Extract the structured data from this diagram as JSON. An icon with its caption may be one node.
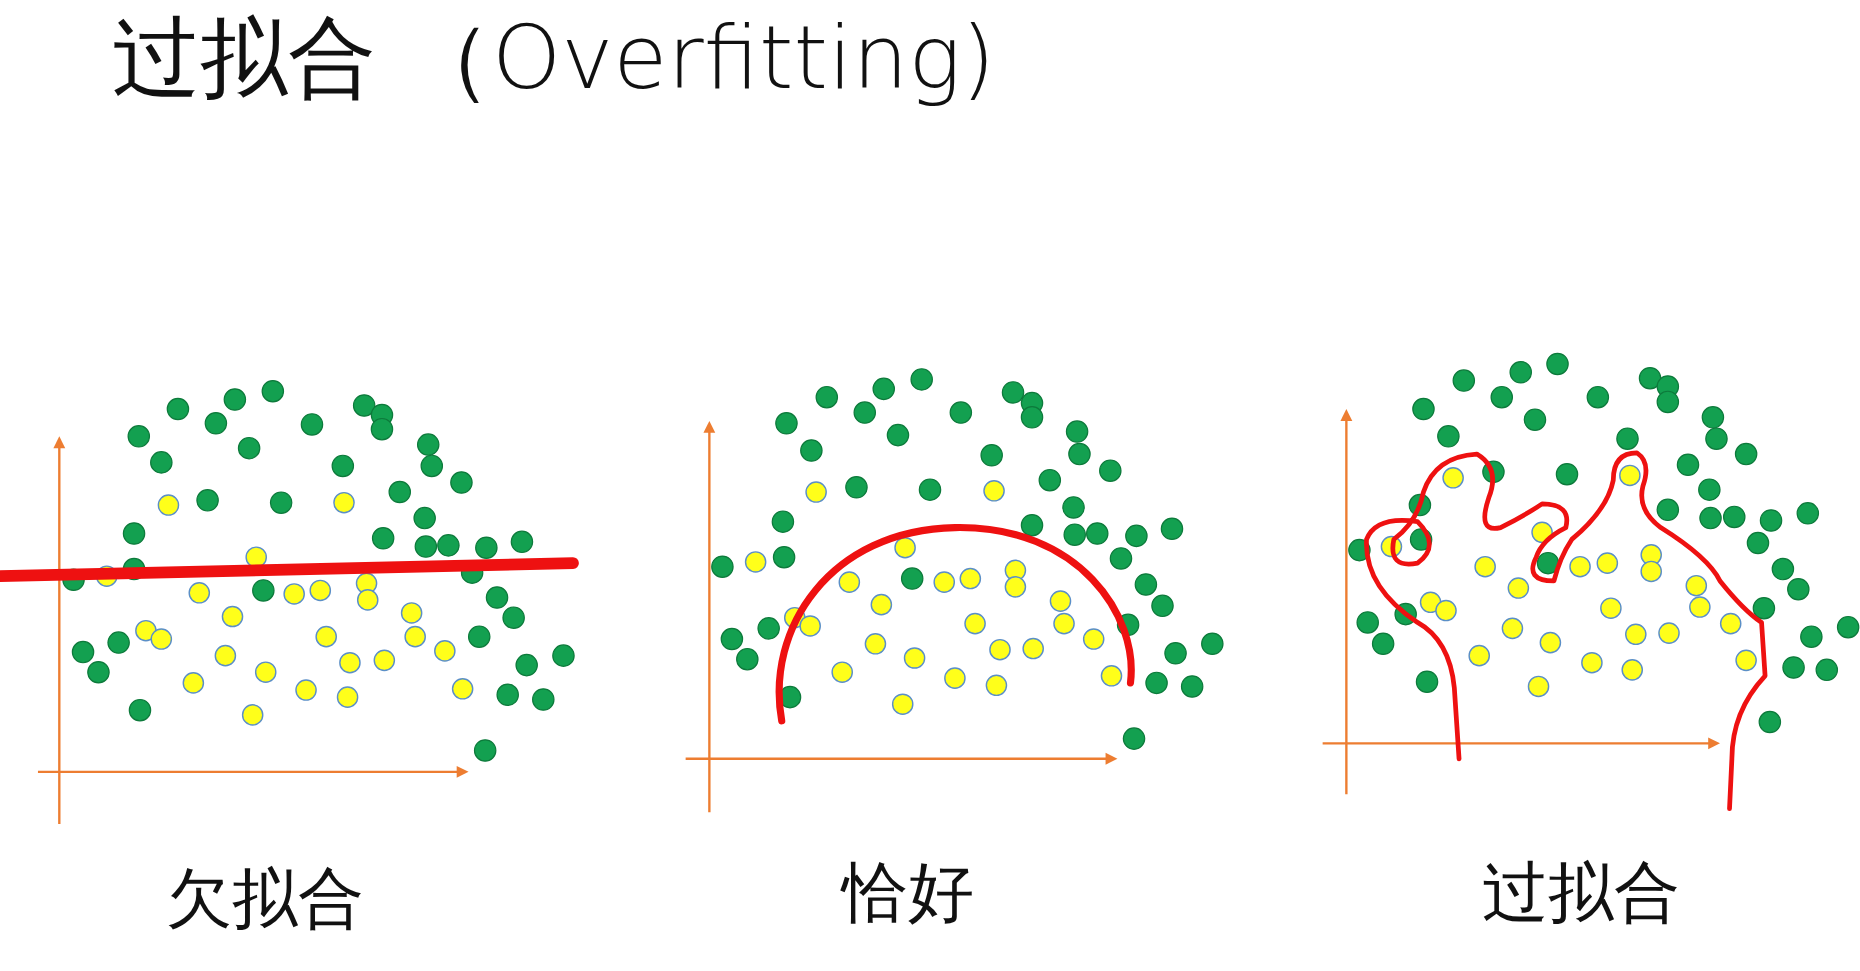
{
  "diagram": {
    "title": "过拟合 （Overfitting)",
    "labels": [
      "欠拟合",
      "恰好",
      "过拟合"
    ]
  }
}
